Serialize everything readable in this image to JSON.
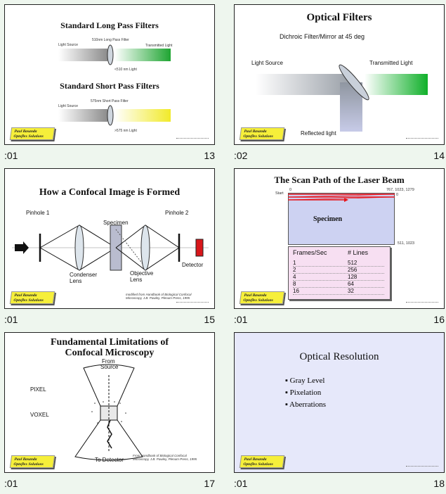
{
  "slides": [
    {
      "title_a": "Standard Long Pass Filters",
      "title_b": "Standard Short Pass Filters",
      "lp": {
        "source": "Light Source",
        "filter": "510nm Long Pass Filter",
        "transmitted": "Transmitted Light",
        "reflected": "<510 nm Light"
      },
      "sp": {
        "source": "Light Source",
        "filter": "575nm Short Pass Filter",
        "reflected": ">575 nm Light"
      },
      "logo": "Paul Basanda Optoflex Solutions",
      "left_label": ":01",
      "page_number": "13"
    },
    {
      "title": "Optical Filters",
      "subtitle": "Dichroic Filter/Mirror at 45 deg",
      "source": "Light Source",
      "transmitted": "Transmitted Light",
      "reflected": "Reflected light",
      "logo": "Paul Basanda Optoflex Solutions",
      "left_label": ":02",
      "page_number": "14"
    },
    {
      "title": "How a Confocal Image is Formed",
      "pinhole1": "Pinhole 1",
      "pinhole2": "Pinhole 2",
      "specimen": "Specimen",
      "condenser": "Condenser Lens",
      "objective": "Objective Lens",
      "detector": "Detector",
      "credit": "modified from Handbook of Biological Confocal Microscopy, J.B. Pawley, Plenum Press, 1995",
      "logo": "Paul Basanda Optoflex Solutions",
      "left_label": ":01",
      "page_number": "15"
    },
    {
      "title": "The Scan Path of the Laser Beam",
      "start": "Start",
      "corner_tl": "0",
      "corner_tr": "767, 1023, 1279",
      "corner_tr2": "0",
      "corner_br": "511, 1023",
      "specimen": "Specimen",
      "table_headers": [
        "Frames/Sec",
        "# Lines"
      ],
      "table_rows": [
        [
          "1",
          "512"
        ],
        [
          "2",
          "256"
        ],
        [
          "4",
          "128"
        ],
        [
          "8",
          "64"
        ],
        [
          "16",
          "32"
        ]
      ],
      "logo": "Paul Basanda Optoflex Solutions",
      "left_label": ":01",
      "page_number": "16"
    },
    {
      "title_line1": "Fundamental Limitations of",
      "title_line2": "Confocal Microscopy",
      "from_source_1": "From",
      "from_source_2": "Source",
      "pixel": "PIXEL",
      "voxel": "VOXEL",
      "to_detector": "To Detector",
      "credit": "From Handbook of Biological Confocal Microscopy, J.B. Pawley, Plenum Press, 1995",
      "logo": "Paul Basanda Optoflex Solutions",
      "left_label": ":01",
      "page_number": "17"
    },
    {
      "title": "Optical Resolution",
      "bullets": [
        "Gray Level",
        "Pixelation",
        "Aberrations"
      ],
      "logo": "Paul Basanda Optoflex Solutions",
      "left_label": ":01",
      "page_number": "18"
    }
  ],
  "colors": {
    "accent_red": "#e8141a",
    "green": "#22b03a",
    "yellow": "#f2ee3a",
    "slide_lavender": "#e6e8fa",
    "table_pink": "#f7dff2"
  }
}
